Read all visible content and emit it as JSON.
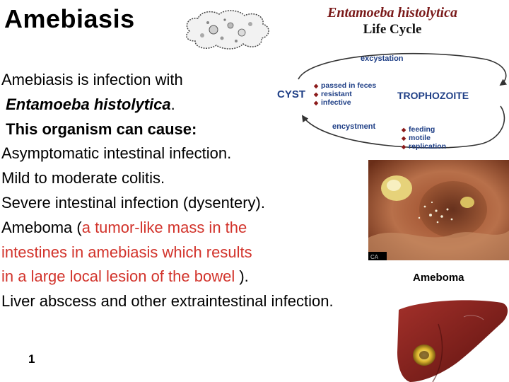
{
  "slide": {
    "title": "Amebiasis",
    "lifecycle_title_line1": "Entamoeba histolytica",
    "lifecycle_title_line2": "Life Cycle",
    "body": {
      "line1": "Amebiasis is infection with",
      "line2": "Entamoeba histolytica",
      "line2_suffix": ".",
      "line3": "This organism can cause:",
      "line4": "Asymptomatic intestinal infection.",
      "line5": "Mild to moderate colitis.",
      "line6": "Severe intestinal infection (dysentery).",
      "line7_prefix": "Ameboma (",
      "line7_red": "a tumor-like mass in the",
      "line8_red": "intestines in amebiasis which results",
      "line9_red": "in a large local lesion of the bowel",
      "line9_suffix": "  ).",
      "line10": "Liver abscess and other extraintestinal infection."
    },
    "image_label": "Ameboma",
    "page_number": "1"
  },
  "diagram": {
    "excystation": "excystation",
    "encystment": "encystment",
    "cyst": "CYST",
    "trophozoite": "TROPHOZOITE",
    "cyst_props": [
      "passed in feces",
      "resistant",
      "infective"
    ],
    "troph_props": [
      "feeding",
      "motile",
      "replication"
    ],
    "bullet_symbol": "◆",
    "colors": {
      "cyst": "#1f3f86",
      "trophozoite": "#1f3f86",
      "bullet": "#8b1a1a",
      "arrow": "#333333",
      "red_text": "#d2332b"
    }
  }
}
